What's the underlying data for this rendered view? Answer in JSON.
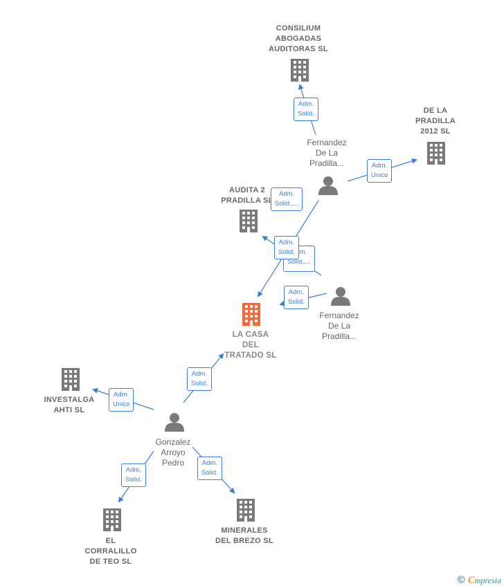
{
  "colors": {
    "edge": "#3a7fd5",
    "node": "#7a7a7a",
    "main": "#f26b3a"
  },
  "nodes": {
    "consilium": {
      "label": "CONSILIUM\nABOGADAS\nAUDITORAS SL",
      "icon": "building-icon"
    },
    "delapradilla": {
      "label": "DE LA\nPRADILLA\n2012  SL",
      "icon": "building-icon"
    },
    "fernandez1": {
      "label": "Fernandez\nDe La\nPradilla...",
      "icon": "person-icon"
    },
    "audita": {
      "label": "AUDITA 2\nPRADILLA SL",
      "icon": "building-icon"
    },
    "main": {
      "label": "LA CASA\nDEL\nTRATADO  SL",
      "icon": "building-icon"
    },
    "fernandez2": {
      "label": "Fernandez\nDe La\nPradilla...",
      "icon": "person-icon"
    },
    "investalga": {
      "label": "INVESTALGA\nAHTI  SL",
      "icon": "building-icon"
    },
    "gonzalez": {
      "label": "Gonzalez\nArroyo\nPedro",
      "icon": "person-icon"
    },
    "corralillo": {
      "label": "EL\nCORRALILLO\nDE TEO  SL",
      "icon": "building-icon"
    },
    "minerales": {
      "label": "MINERALES\nDEL BREZO  SL",
      "icon": "building-icon"
    }
  },
  "relations": {
    "r1": "Adm.\nSolid.",
    "r2": "Adm.\nUnico",
    "r3": "Adm.\nSolid.,...",
    "r4": "Adm.\nSolid.",
    "r5": "Adm.\nSolid.,...",
    "r6": "Adm.\nSolid.",
    "r7": "Adm.\nSolid.",
    "r8": "Adm.\nUnico",
    "r9": "Adm.\nSolid.",
    "r10": "Adm.\nSolid."
  },
  "footer": {
    "copyright": "©",
    "brand_first": "C",
    "brand_rest": "mpresia"
  }
}
